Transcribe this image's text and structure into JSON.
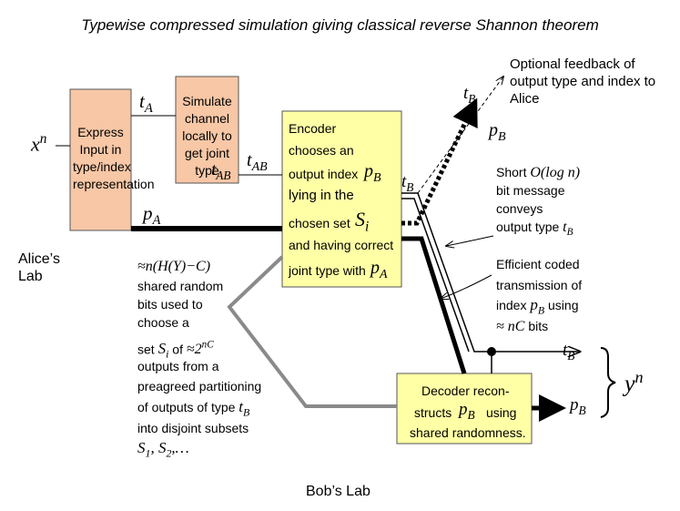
{
  "title": "Typewise compressed simulation giving classical reverse Shannon theorem",
  "boxes": {
    "express": "Express Input in type/index representation",
    "simulate": "Simulate channel locally to get joint type",
    "encoder_l1": "Encoder",
    "encoder_l2": "chooses an",
    "encoder_l3": "output index",
    "encoder_l4": "lying in the",
    "encoder_l5": "chosen set",
    "encoder_l6": "and having correct",
    "encoder_l7": "joint type with",
    "decoder_l1": "Decoder recon-",
    "decoder_l2": "structs",
    "decoder_l2b": "using",
    "decoder_l3": "shared randomness."
  },
  "vars": {
    "xn": "x",
    "xn_sup": "n",
    "tA": "t",
    "tA_sub": "A",
    "tAB": "t",
    "tAB_sub": "AB",
    "pA": "p",
    "pA_sub": "A",
    "pB": "p",
    "pB_sub": "B",
    "tB": "t",
    "tB_sub": "B",
    "Si": "S",
    "Si_sub": "i",
    "yn": "y",
    "yn_sup": "n"
  },
  "labels": {
    "alice_lab_1": "Alice’s",
    "alice_lab_2": "Lab",
    "bob_lab": "Bob’s Lab",
    "feedback": "Optional feedback of output type and index to Alice",
    "short_msg_1": "Short",
    "short_msg_math": "O(log n)",
    "short_msg_2": "bit message",
    "short_msg_3": "conveys",
    "short_msg_4": "output type",
    "efficient_1": "Efficient coded",
    "efficient_2": "transmission of",
    "efficient_3": "index",
    "efficient_3b": "using",
    "efficient_4_math": "≈ nC",
    "efficient_4": "bits",
    "shared_1_math": "≈n(H(Y)−C)",
    "shared_2": "shared  random",
    "shared_3": "bits used to",
    "shared_4": "choose a",
    "shared_5": "set",
    "shared_5b": "of",
    "shared_5_math": "≈2",
    "shared_5_sup": "nC",
    "shared_6": "outputs from a",
    "shared_7": "preagreed partitioning",
    "shared_8": "of outputs of type",
    "shared_9": "into disjoint subsets",
    "shared_10_math": "S",
    "shared_10_sub1": "1",
    "shared_10_mid": ", S",
    "shared_10_sub2": "2",
    "shared_10_end": ",…"
  },
  "colors": {
    "orange_box": "#f7c7a6",
    "yellow_box": "#ffffa6",
    "gray_line": "#8a8a8a",
    "black": "#000000"
  }
}
